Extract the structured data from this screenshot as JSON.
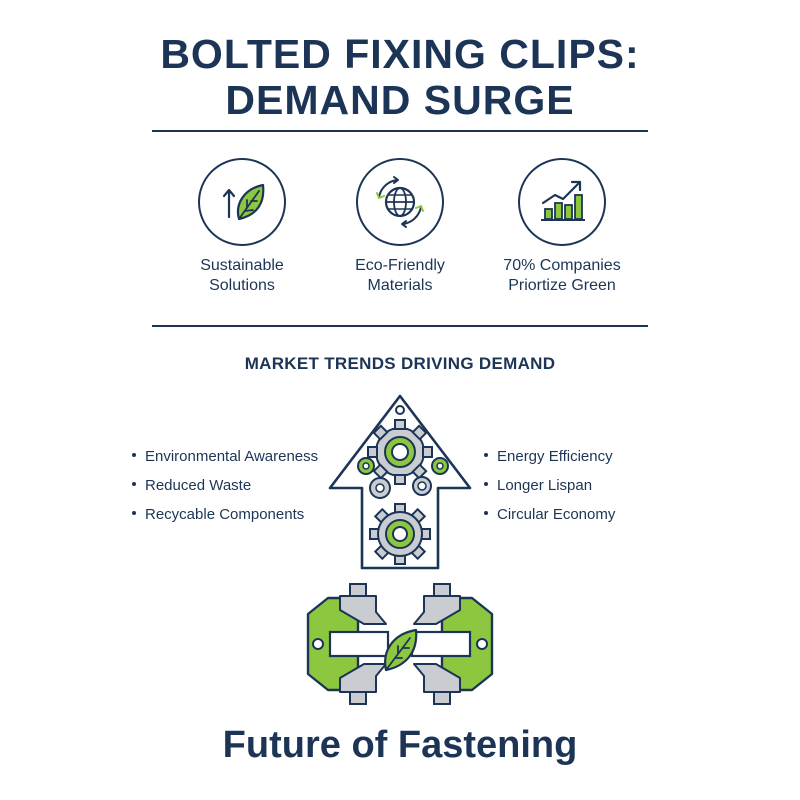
{
  "header": {
    "title_line1": "BOLTED FIXING CLIPS:",
    "title_line2": "DEMAND SURGE"
  },
  "features": [
    {
      "icon": "leaf-growth-icon",
      "line1": "Sustainable",
      "line2": "Solutions"
    },
    {
      "icon": "globe-recycle-icon",
      "line1": "Eco-Friendly",
      "line2": "Materials"
    },
    {
      "icon": "bar-chart-growth-icon",
      "line1": "70% Companies",
      "line2": "Priortize Green"
    }
  ],
  "trends": {
    "heading": "MARKET TRENDS DRIVING DEMAND",
    "left": [
      "Environmental Awareness",
      "Reduced Waste",
      "Recycable Components"
    ],
    "right": [
      "Energy Efficiency",
      "Longer Lispan",
      "Circular Economy"
    ]
  },
  "footer": {
    "text": "Future of Fastening"
  },
  "colors": {
    "navy": "#1c3556",
    "green": "#8dc63f",
    "grey": "#c9ccd1"
  }
}
